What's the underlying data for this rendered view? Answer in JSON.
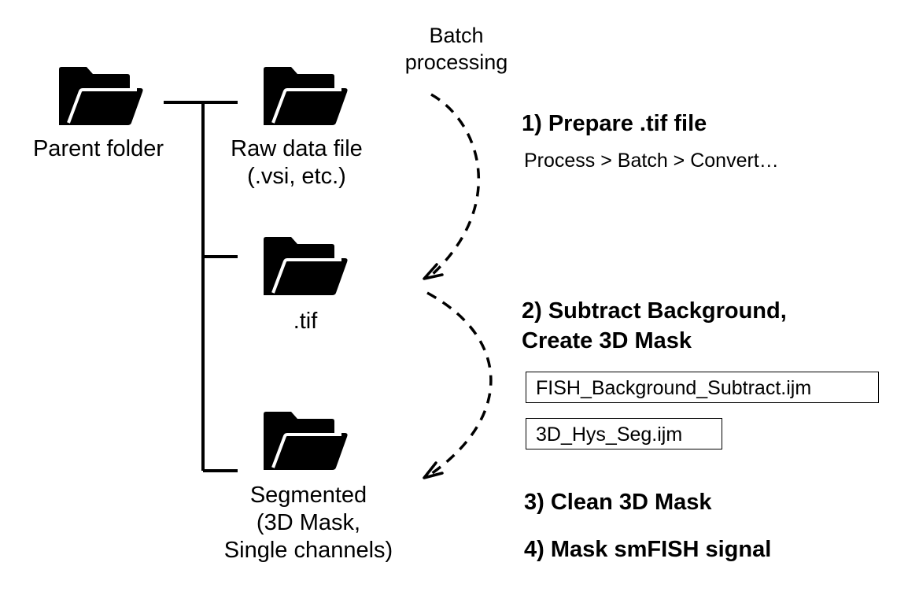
{
  "folders": {
    "parent": {
      "label": "Parent folder"
    },
    "raw": {
      "label_line1": "Raw data file",
      "label_line2": "(.vsi, etc.)"
    },
    "tif": {
      "label": ".tif"
    },
    "segmented": {
      "label_line1": "Segmented",
      "label_line2": "(3D Mask,",
      "label_line3": "Single channels)"
    }
  },
  "batch_label": {
    "line1": "Batch",
    "line2": "processing"
  },
  "steps": {
    "step1": {
      "title": "1) Prepare .tif file",
      "menu_path": "Process > Batch > Convert…"
    },
    "step2": {
      "title_line1": "2) Subtract Background,",
      "title_line2": "Create 3D Mask",
      "scripts": [
        "FISH_Background_Subtract.ijm",
        "3D_Hys_Seg.ijm"
      ]
    },
    "step3": {
      "title": "3) Clean 3D Mask"
    },
    "step4": {
      "title": "4) Mask smFISH signal"
    }
  },
  "icons": [
    "folder-icon",
    "dashed-arrow-icon"
  ]
}
